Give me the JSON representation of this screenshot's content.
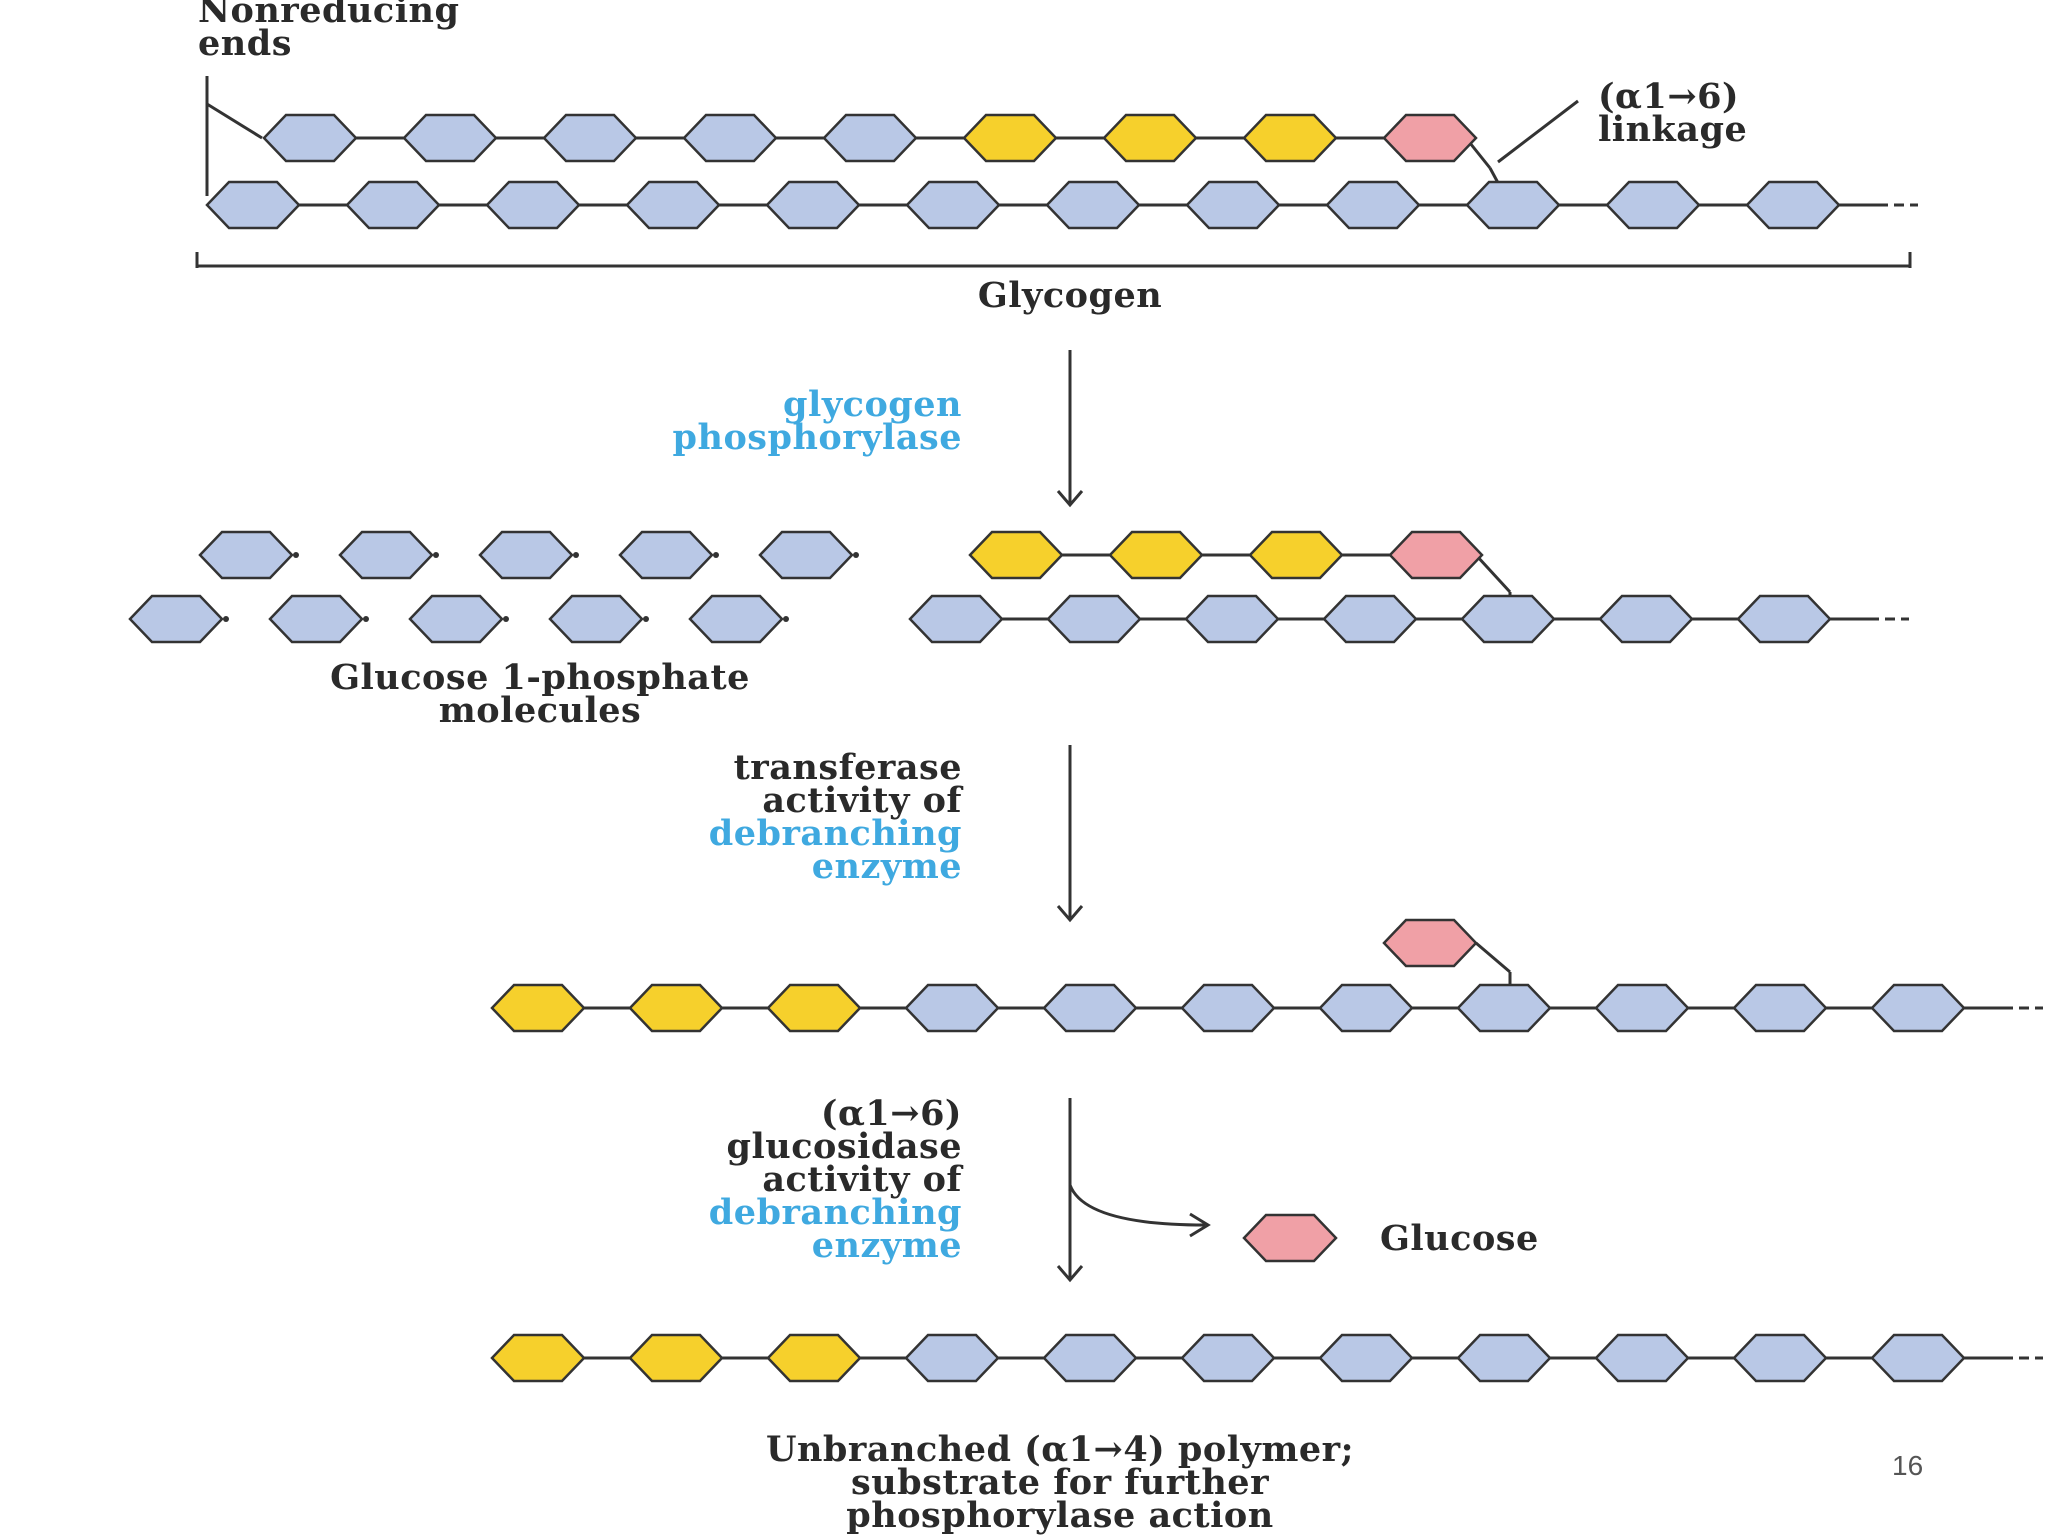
{
  "colors": {
    "blue_unit": "#b9c8e6",
    "yellow_unit": "#f6d02c",
    "pink_unit": "#f0a0a6",
    "enzyme_text": "#3fa9e0",
    "line": "#333333"
  },
  "labels": {
    "nonreducing_1": "Nonreducing",
    "nonreducing_2": "ends",
    "linkage_1": "(α1→6)",
    "linkage_2": "linkage",
    "glycogen": "Glycogen",
    "phos_1": "glycogen",
    "phos_2": "phosphorylase",
    "g1p_1": "Glucose 1-phosphate",
    "g1p_2": "molecules",
    "transf_1": "transferase",
    "transf_2": "activity of",
    "transf_3": "debranching",
    "transf_4": "enzyme",
    "gluc_1": "(α1→6)",
    "gluc_2": "glucosidase",
    "gluc_3": "activity of",
    "gluc_4": "debranching",
    "gluc_5": "enzyme",
    "glucose": "Glucose",
    "product_1": "Unbranched (α1→4) polymer;",
    "product_2": "substrate for further",
    "product_3": "phosphorylase action"
  },
  "page_number": "16"
}
